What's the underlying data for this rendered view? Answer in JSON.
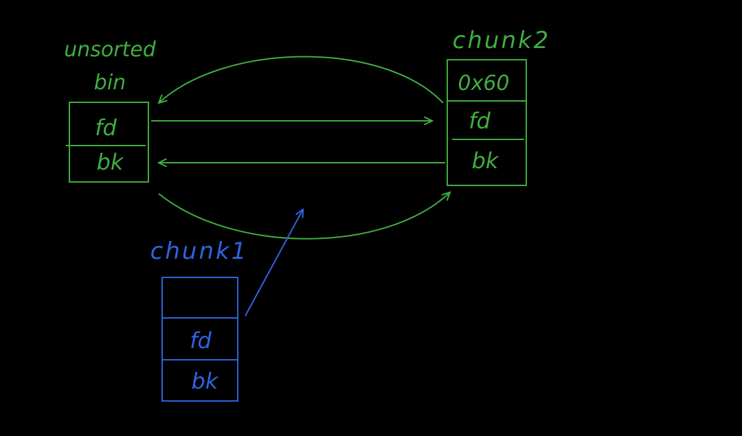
{
  "colors": {
    "background": "#000000",
    "green": "#3fae3f",
    "blue": "#2f63e0"
  },
  "unsorted_bin": {
    "label_line1": "unsorted",
    "label_line2": "bin",
    "fields": [
      "fd",
      "bk"
    ]
  },
  "chunk2": {
    "label": "chunk2",
    "fields": [
      "0x60",
      "fd",
      "bk"
    ]
  },
  "chunk1": {
    "label": "chunk1",
    "fields": [
      "",
      "fd",
      "bk"
    ]
  }
}
